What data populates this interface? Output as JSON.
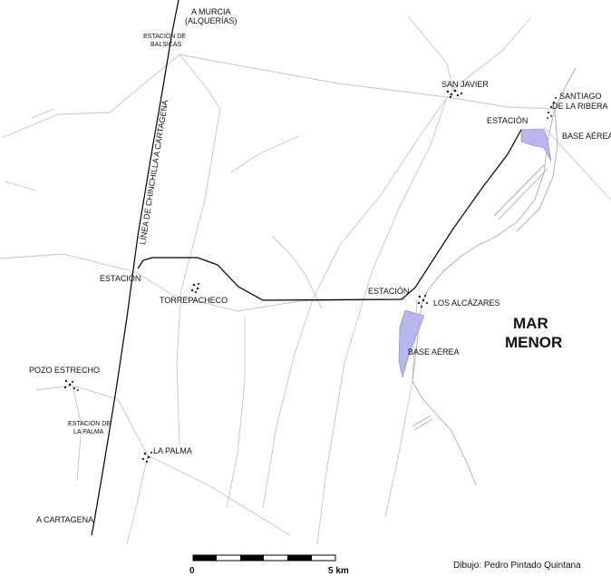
{
  "labels": {
    "murcia": [
      "A MURCIA",
      "(ALQUERÍAS)"
    ],
    "balsicas": [
      "ESTACIÓN DE",
      "BALSICAS"
    ],
    "railway_line": "LÍNEA DE CHINCHILLA A CARTAGENA",
    "san_javier": "SAN JAVIER",
    "santiago": [
      "SANTIAGO",
      "DE LA RIBERA"
    ],
    "estacion_san_javier": "ESTACIÓN",
    "base_aerea_north": "BASE AÉREA",
    "estacion_torre": "ESTACIÓN",
    "torrepacheco": "TORREPACHECO",
    "estacion_alcazares": "ESTACIÓN",
    "los_alcazares": "LOS ALCÁZARES",
    "mar_menor": [
      "MAR",
      "MENOR"
    ],
    "base_aerea_south": "BASE AÉREA",
    "pozo_estrecho": "POZO ESTRECHO",
    "estacion_la_palma": [
      "ESTACIÓN DE",
      "LA PALMA"
    ],
    "la_palma": "LA PALMA",
    "cartagena": "A CARTAGENA"
  },
  "scale": {
    "start": "0",
    "end": "5 km"
  },
  "credit": "Dibujo: Pedro Pintado Quintana",
  "colors": {
    "air_base": "#b7b6ee",
    "roads": "#c4c4c4",
    "railway": "#000000"
  }
}
